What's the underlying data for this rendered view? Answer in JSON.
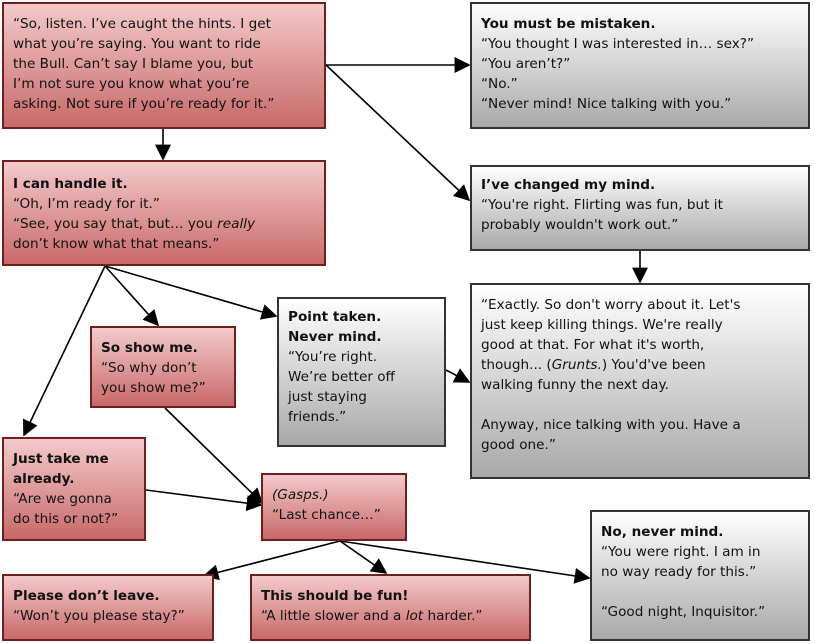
{
  "nodes": {
    "start": {
      "lines": [
        "“So, listen.  I’ve caught the hints.  I get",
        "what you’re saying.  You want to ride",
        "the Bull.  Can’t say I blame you, but",
        "I’m not sure you know what you’re",
        "asking.  Not sure if you’re ready for it.”"
      ]
    },
    "mistaken": {
      "title": "You must be mistaken.",
      "lines": [
        "“You thought I was interested in… sex?”",
        "“You aren’t?”",
        "“No.”",
        "“Never mind!  Nice talking with you.”"
      ]
    },
    "handle": {
      "title": "I can handle it.",
      "lines": [
        "“Oh, I’m ready for it.”"
      ],
      "l2a": "“See, you say that, but… you ",
      "l2b": "really",
      "l3": "don’t know what that means.”"
    },
    "changed": {
      "title": "I’ve changed my mind.",
      "lines": [
        "“You're right.  Flirting was fun, but it",
        "probably wouldn't work out.”"
      ]
    },
    "exactly": {
      "lines": [
        "“Exactly.  So don't worry about it.  Let's",
        "just keep killing things.  We're really",
        "good at that.  For what it's worth,"
      ],
      "l4a": "though... (",
      "l4b": "Grunts.",
      "l4c": ") You'd've been",
      "l5": "walking funny the next day.",
      "l6": "Anyway, nice talking with you.  Have a",
      "l7": "good one.”"
    },
    "showme": {
      "title": "So show me.",
      "lines": [
        "“So why don’t",
        "you show me?”"
      ]
    },
    "pointtaken": {
      "title1": "Point taken.",
      "title2": "Never mind.",
      "lines": [
        "“You’re right.",
        "We’re better off",
        "just staying",
        "friends.”"
      ]
    },
    "takeme": {
      "title1": "Just take me",
      "title2": "already.",
      "lines": [
        "“Are we gonna",
        "do this or not?”"
      ]
    },
    "gasps": {
      "title": "(Gasps.)",
      "lines": [
        "“Last chance…”"
      ]
    },
    "nevermind": {
      "title": "No, never mind.",
      "lines": [
        "“You were right.  I am in",
        "no way ready for this.”"
      ],
      "l3": "“Good night, Inquisitor.”"
    },
    "dontleave": {
      "title": "Please don’t leave.",
      "lines": [
        "“Won’t you please stay?”"
      ]
    },
    "fun": {
      "title": "This should be fun!",
      "la": "“A little slower and a ",
      "lb": "lot",
      "lc": " harder.”"
    }
  },
  "colors": {
    "red_top": "#f3caca",
    "red_bottom": "#c96969",
    "red_border": "#6e2020",
    "gray_top": "#ffffff",
    "gray_bottom": "#a9a9a9",
    "arrow": "#000000"
  }
}
